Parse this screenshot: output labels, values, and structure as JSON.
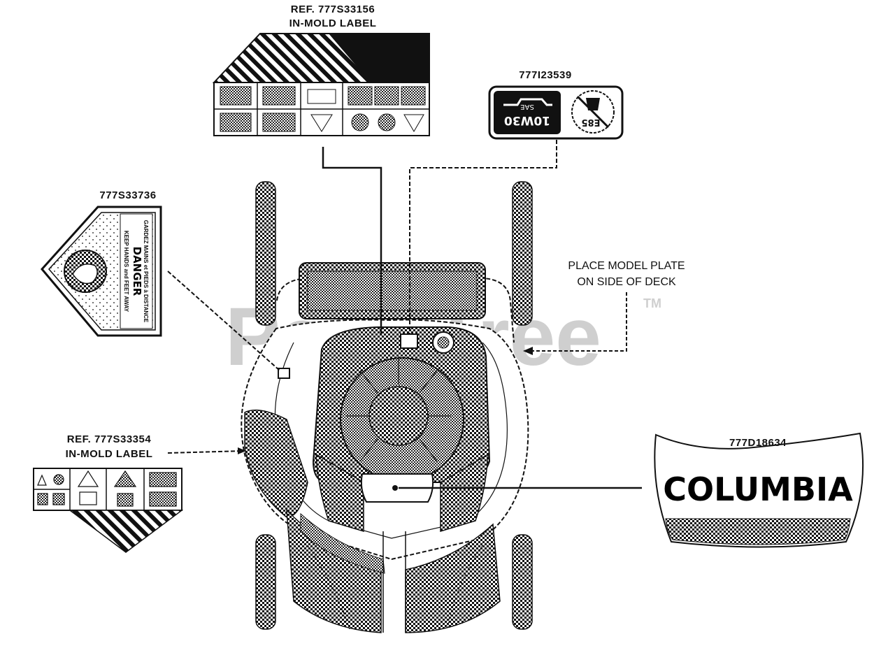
{
  "callouts": {
    "top_label": {
      "ref": "REF. 777S33156",
      "desc": "IN-MOLD LABEL"
    },
    "oil_label": {
      "part": "777I23539",
      "oil_spec": "10W30",
      "oil_sae": "SAE",
      "fuel_spec": "E85"
    },
    "danger_label": {
      "part": "777S33736",
      "word": "DANGER",
      "line1": "KEEP HANDS and FEET AWAY",
      "line2": "GARDEZ MAINS et PIEDS à DISTANCE"
    },
    "model_plate": {
      "line1": "PLACE MODEL PLATE",
      "line2": "ON SIDE OF DECK"
    },
    "left_label": {
      "ref": "REF. 777S33354",
      "desc": "IN-MOLD LABEL"
    },
    "brand_label": {
      "part": "777D18634",
      "brand": "COLUMBIA"
    }
  },
  "watermark": {
    "text": "PartsTree",
    "tm": "TM"
  },
  "colors": {
    "ink": "#111111",
    "paper": "#ffffff",
    "watermark": "#cfcfcf"
  }
}
